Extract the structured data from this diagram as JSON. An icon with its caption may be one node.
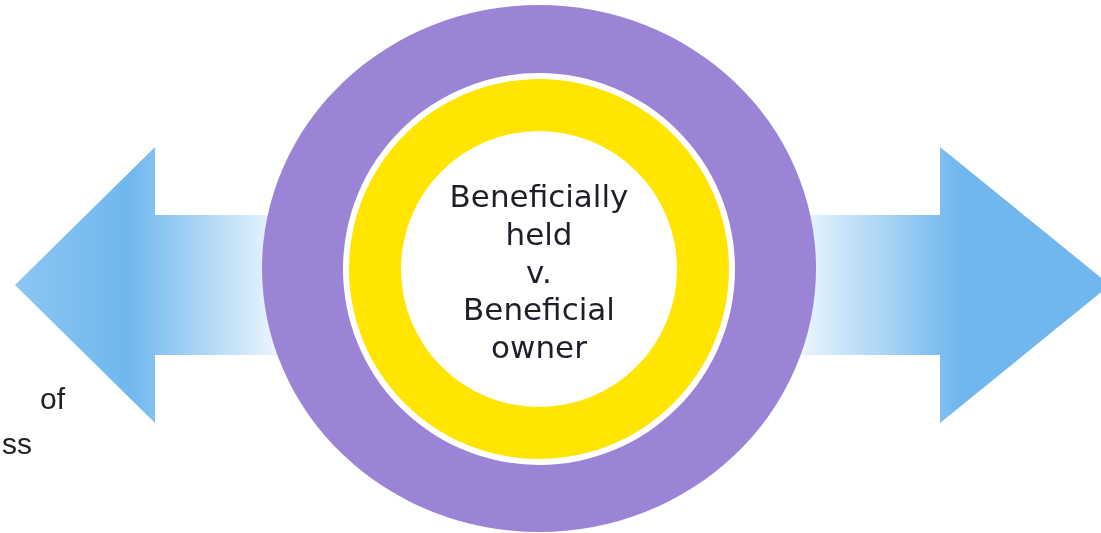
{
  "diagram": {
    "nodes": [
      {
        "text": [
          "Beneficially held v. Beneficial owner"
        ]
      }
    ],
    "labels": [
      "of",
      "ss"
    ]
  }
}
